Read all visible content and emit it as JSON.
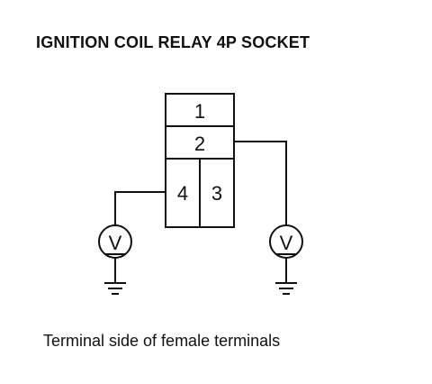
{
  "title": "IGNITION COIL RELAY 4P SOCKET",
  "caption": "Terminal side of female terminals",
  "connector": {
    "terminals": [
      {
        "number": "1"
      },
      {
        "number": "2"
      },
      {
        "number": "4"
      },
      {
        "number": "3"
      }
    ]
  },
  "meters": [
    {
      "symbol": "V",
      "icon": "voltmeter-icon",
      "ground_icon": "ground-icon"
    },
    {
      "symbol": "V",
      "icon": "voltmeter-icon",
      "ground_icon": "ground-icon"
    }
  ]
}
